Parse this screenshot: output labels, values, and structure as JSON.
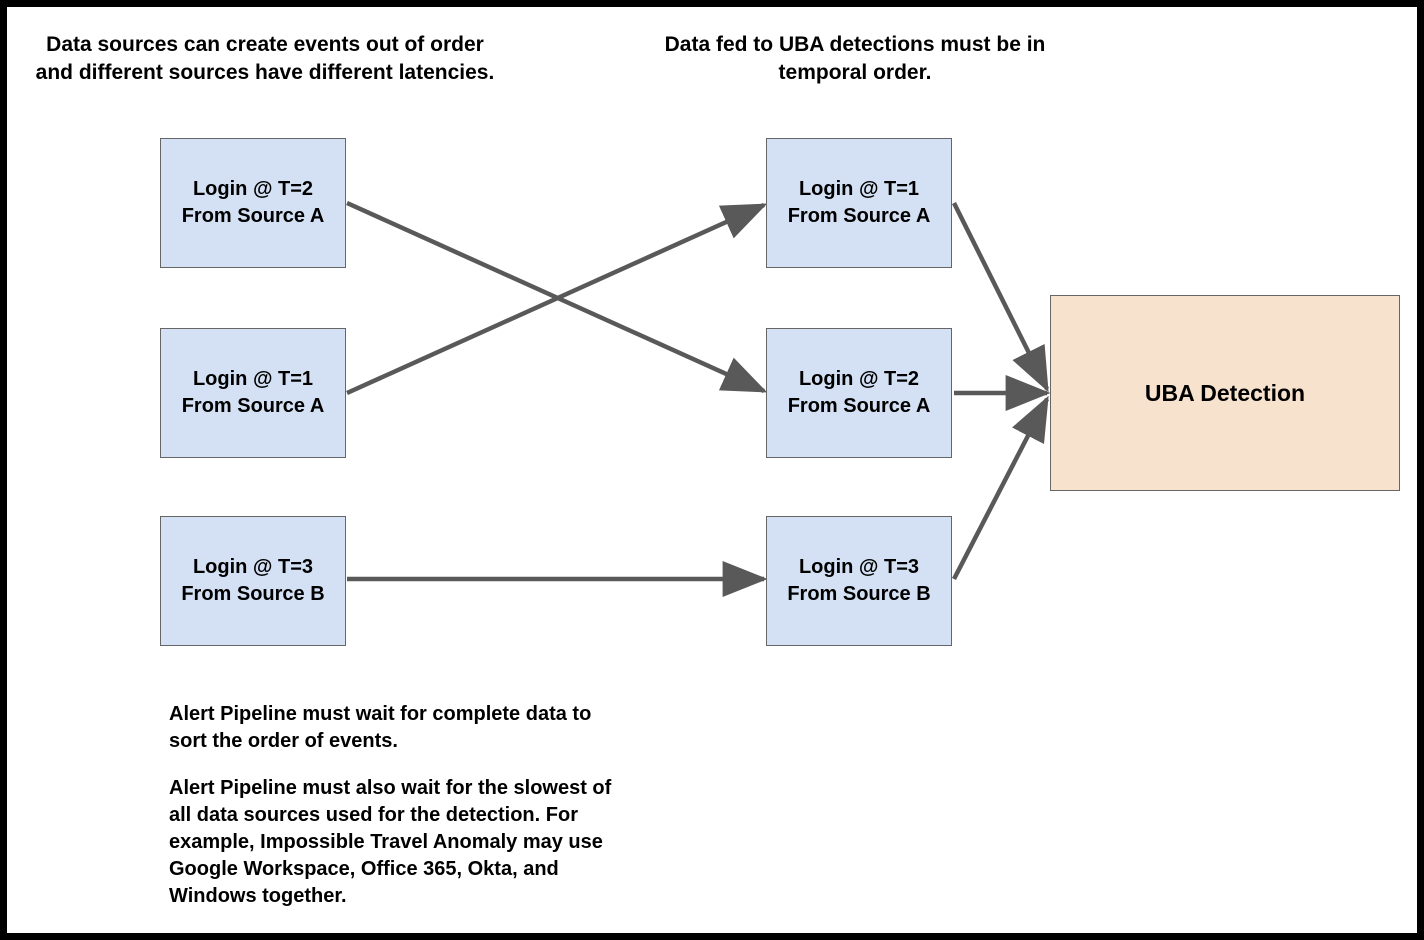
{
  "diagram": {
    "title_left": "Data sources can create events out of order\nand different sources have different latencies.",
    "title_right": "Data fed to UBA detections must be in\ntemporal order.",
    "colors": {
      "event_box_fill": "#d4e1f4",
      "event_box_border": "#666666",
      "detection_box_fill": "#f7e3cd",
      "detection_box_border": "#666666",
      "arrow": "#595959",
      "frame": "#000000",
      "text": "#000000",
      "background": "#ffffff"
    },
    "source_column": {
      "label": "unordered-source-events",
      "nodes": [
        {
          "id": "src-t2-a",
          "label": "Login @ T=2\nFrom Source A",
          "time": 2,
          "source": "Source A"
        },
        {
          "id": "src-t1-a",
          "label": "Login @ T=1\nFrom Source A",
          "time": 1,
          "source": "Source A"
        },
        {
          "id": "src-t3-b",
          "label": "Login @ T=3\nFrom Source B",
          "time": 3,
          "source": "Source B"
        }
      ]
    },
    "ordered_column": {
      "label": "temporally-ordered-events",
      "nodes": [
        {
          "id": "ord-t1-a",
          "label": "Login @ T=1\nFrom Source A",
          "time": 1,
          "source": "Source A"
        },
        {
          "id": "ord-t2-a",
          "label": "Login @ T=2\nFrom Source A",
          "time": 2,
          "source": "Source A"
        },
        {
          "id": "ord-t3-b",
          "label": "Login @ T=3\nFrom Source B",
          "time": 3,
          "source": "Source B"
        }
      ]
    },
    "detection": {
      "id": "uba-detection",
      "label": "UBA Detection"
    },
    "edges": [
      {
        "from": "src-t2-a",
        "to": "ord-t2-a"
      },
      {
        "from": "src-t1-a",
        "to": "ord-t1-a"
      },
      {
        "from": "src-t3-b",
        "to": "ord-t3-b"
      },
      {
        "from": "ord-t1-a",
        "to": "uba-detection"
      },
      {
        "from": "ord-t2-a",
        "to": "uba-detection"
      },
      {
        "from": "ord-t3-b",
        "to": "uba-detection"
      }
    ],
    "notes": [
      "Alert Pipeline must wait for complete data to sort the order of events.",
      "Alert Pipeline must also wait for the slowest of all data sources used for the detection. For example, Impossible Travel Anomaly may use Google Workspace, Office 365, Okta, and Windows together."
    ],
    "note_1": "Alert Pipeline must wait for complete data to\nsort the order of events.",
    "note_2": "Alert Pipeline must also wait for the slowest of\nall data sources used for the detection. For\nexample, Impossible Travel Anomaly may use\nGoogle Workspace, Office 365, Okta, and\nWindows together."
  }
}
